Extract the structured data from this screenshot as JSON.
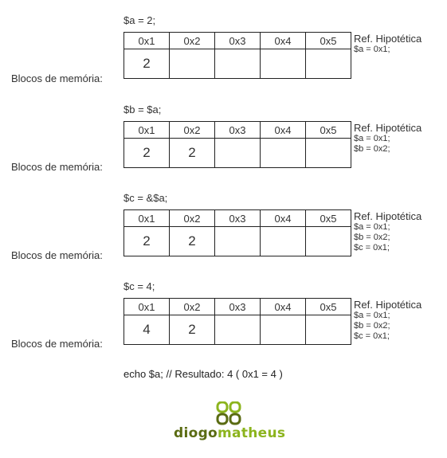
{
  "blocks": [
    {
      "code": "$a = 2;",
      "label": "Blocos de memória:",
      "addresses": [
        "0x1",
        "0x2",
        "0x3",
        "0x4",
        "0x5"
      ],
      "values": [
        "2",
        "",
        "",
        "",
        ""
      ],
      "ref_title": "Ref. Hipotética",
      "refs": [
        "$a = 0x1;"
      ]
    },
    {
      "code": "$b = $a;",
      "label": "Blocos de memória:",
      "addresses": [
        "0x1",
        "0x2",
        "0x3",
        "0x4",
        "0x5"
      ],
      "values": [
        "2",
        "2",
        "",
        "",
        ""
      ],
      "ref_title": "Ref. Hipotética",
      "refs": [
        "$a = 0x1;",
        "$b = 0x2;"
      ]
    },
    {
      "code": "$c = &$a;",
      "label": "Blocos de memória:",
      "addresses": [
        "0x1",
        "0x2",
        "0x3",
        "0x4",
        "0x5"
      ],
      "values": [
        "2",
        "2",
        "",
        "",
        ""
      ],
      "ref_title": "Ref. Hipotética",
      "refs": [
        "$a = 0x1;",
        "$b = 0x2;",
        "$c = 0x1;"
      ]
    },
    {
      "code": "$c = 4;",
      "label": "Blocos de memória:",
      "addresses": [
        "0x1",
        "0x2",
        "0x3",
        "0x4",
        "0x5"
      ],
      "values": [
        "4",
        "2",
        "",
        "",
        ""
      ],
      "ref_title": "Ref. Hipotética",
      "refs": [
        "$a = 0x1;",
        "$b = 0x2;",
        "$c = 0x1;"
      ]
    }
  ],
  "echo": "echo $a; // Resultado: 4 ( 0x1 = 4 )",
  "logo": {
    "text_dark": "diogo",
    "text_light": "matheus",
    "color_dark": "#5a6b12",
    "color_light": "#8cb41e"
  }
}
